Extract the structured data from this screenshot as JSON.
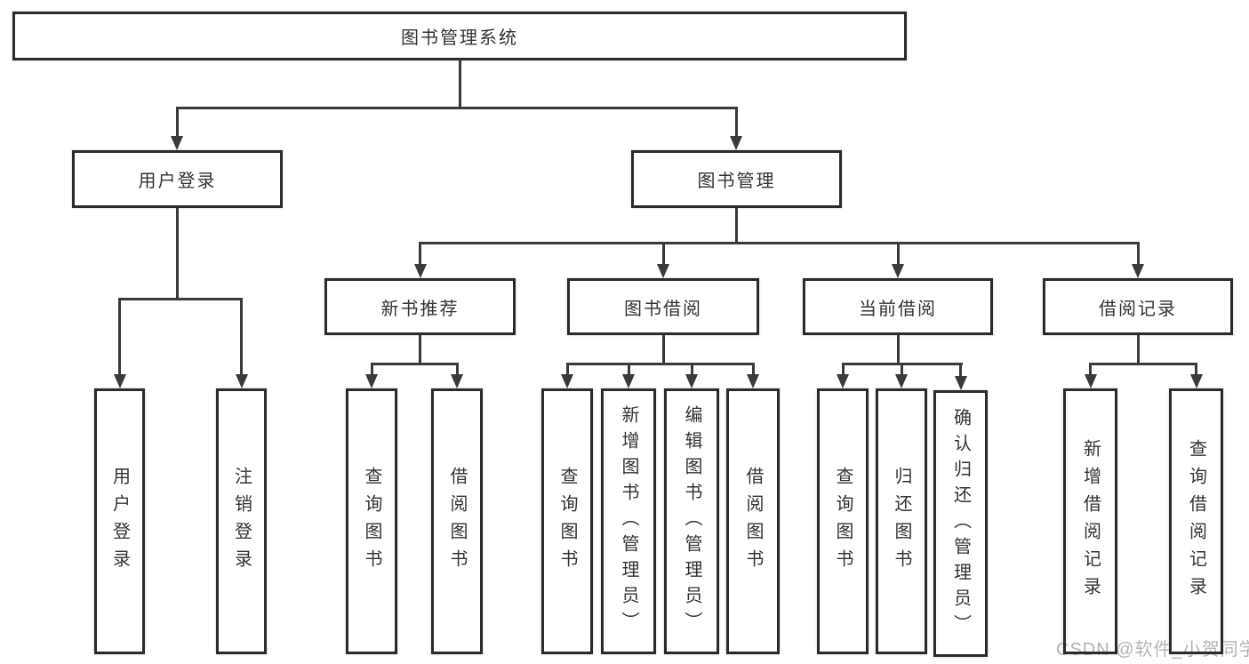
{
  "colors": {
    "line": "#3a3a3a",
    "box_border": "#2b2b2b",
    "text": "#333333",
    "watermark": "#b3b3b3"
  },
  "tree": {
    "root": {
      "label": "图书管理系统"
    },
    "user_login": {
      "label": "用户登录",
      "children": {
        "login": {
          "label": "用户登录"
        },
        "logout": {
          "label": "注销登录"
        }
      }
    },
    "book_management": {
      "label": "图书管理",
      "children": {
        "new_book_recommend": {
          "label": "新书推荐",
          "children": {
            "query_books": {
              "label": "查询图书"
            },
            "borrow_books": {
              "label": "借阅图书"
            }
          }
        },
        "book_borrowing": {
          "label": "图书借阅",
          "children": {
            "query_books": {
              "label": "查询图书"
            },
            "add_books": {
              "label": "新增图书（管理员）"
            },
            "edit_books": {
              "label": "编辑图书（管理员）"
            },
            "borrow_books": {
              "label": "借阅图书"
            }
          }
        },
        "current_borrowing": {
          "label": "当前借阅",
          "children": {
            "query_books": {
              "label": "查询图书"
            },
            "return_books": {
              "label": "归还图书"
            },
            "confirm_return": {
              "label": "确认归还（管理员）"
            }
          }
        },
        "borrowing_records": {
          "label": "借阅记录",
          "children": {
            "add_record": {
              "label": "新增借阅记录"
            },
            "query_record": {
              "label": "查询借阅记录"
            }
          }
        }
      }
    }
  },
  "watermark": "CSDN @软件_小贺同学"
}
